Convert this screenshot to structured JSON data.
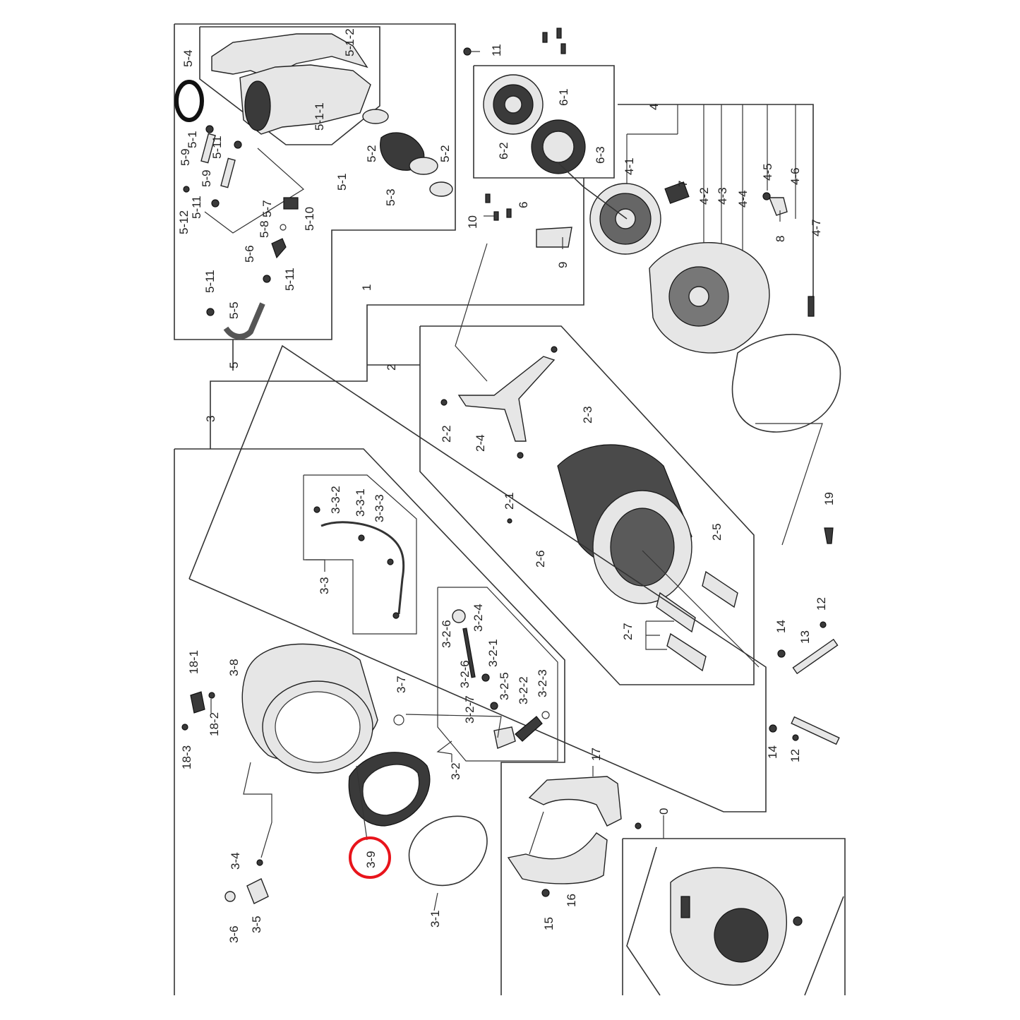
{
  "diagram": {
    "labels": {
      "l5_1_2": "5-1-2",
      "l5_4": "5-4",
      "l5_1_1": "5-1-1",
      "l5_1a": "5-1",
      "l5_11a": "5-11",
      "l5_9a": "5-9",
      "l5_9b": "5-9",
      "l5_2a": "5-2",
      "l5_2b": "5-2",
      "l5_3": "5-3",
      "l5_1b": "5-1",
      "l5_11b": "5-11",
      "l5_12": "5-12",
      "l5_7": "5-7",
      "l5_10": "5-10",
      "l5_8": "5-8",
      "l5_6": "5-6",
      "l5_11c": "5-11",
      "l5_11d": "5-11",
      "l5_5": "5-5",
      "l5": "5",
      "l11": "11",
      "l6_1": "6-1",
      "l6_2": "6-2",
      "l6_3": "6-3",
      "l10": "10",
      "l6": "6",
      "l9": "9",
      "l4": "4",
      "l4_1": "4-1",
      "l7": "7",
      "l4_2": "4-2",
      "l4_3": "4-3",
      "l4_4": "4-4",
      "l4_5": "4-5",
      "l4_6": "4-6",
      "l8": "8",
      "l4_7": "4-7",
      "l1": "1",
      "l2": "2",
      "l3": "3",
      "l2_2": "2-2",
      "l2_4": "2-4",
      "l2_3": "2-3",
      "l2_1": "2-1",
      "l2_5": "2-5",
      "l2_6": "2-6",
      "l2_7": "2-7",
      "l19": "19",
      "l12a": "12",
      "l14a": "14",
      "l13": "13",
      "l14b": "14",
      "l12b": "12",
      "l3_3_2": "3-3-2",
      "l3_3_1": "3-3-1",
      "l3_3_3": "3-3-3",
      "l3_3": "3-3",
      "l3_2_6a": "3-2-6",
      "l3_2_4": "3-2-4",
      "l3_2_1": "3-2-1",
      "l3_2_6b": "3-2-6",
      "l3_2_5": "3-2-5",
      "l3_2_2": "3-2-2",
      "l3_2_3": "3-2-3",
      "l3_2_7": "3-2-7",
      "l3_2": "3-2",
      "l3_8": "3-8",
      "l18_1": "18-1",
      "l18_2": "18-2",
      "l18_3": "18-3",
      "l3_7": "3-7",
      "l3_9": "3-9",
      "l3_4": "3-4",
      "l3_5": "3-5",
      "l3_6": "3-6",
      "l3_1": "3-1",
      "l17": "17",
      "l0": "0",
      "l16": "16",
      "l15": "15"
    },
    "highlight_color": "#e8141b"
  }
}
